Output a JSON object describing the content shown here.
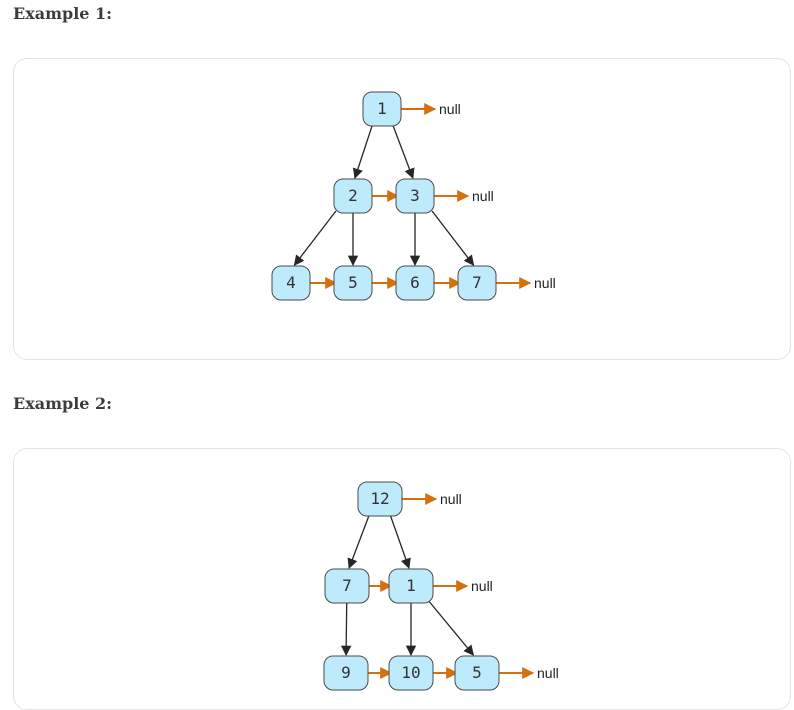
{
  "examples": [
    {
      "title": "Example 1:",
      "nodes": [
        {
          "id": "a",
          "label": "1",
          "level": 0,
          "col": 0,
          "next": "null"
        },
        {
          "id": "b",
          "label": "2",
          "level": 1,
          "col": 0,
          "next": "c"
        },
        {
          "id": "c",
          "label": "3",
          "level": 1,
          "col": 1,
          "next": "null"
        },
        {
          "id": "d",
          "label": "4",
          "level": 2,
          "col": 0,
          "next": "e"
        },
        {
          "id": "e",
          "label": "5",
          "level": 2,
          "col": 1,
          "next": "f"
        },
        {
          "id": "f",
          "label": "6",
          "level": 2,
          "col": 2,
          "next": "g"
        },
        {
          "id": "g",
          "label": "7",
          "level": 2,
          "col": 3,
          "next": "null"
        }
      ],
      "tree_edges": [
        [
          "a",
          "b"
        ],
        [
          "a",
          "c"
        ],
        [
          "b",
          "d"
        ],
        [
          "b",
          "e"
        ],
        [
          "c",
          "f"
        ],
        [
          "c",
          "g"
        ]
      ]
    },
    {
      "title": "Example 2:",
      "nodes": [
        {
          "id": "a",
          "label": "12",
          "level": 0,
          "col": 0,
          "next": "null"
        },
        {
          "id": "b",
          "label": "7",
          "level": 1,
          "col": 0,
          "next": "c"
        },
        {
          "id": "c",
          "label": "1",
          "level": 1,
          "col": 1,
          "next": "null"
        },
        {
          "id": "d",
          "label": "9",
          "level": 2,
          "col": 0,
          "next": "e"
        },
        {
          "id": "e",
          "label": "10",
          "level": 2,
          "col": 1,
          "next": "f"
        },
        {
          "id": "f",
          "label": "5",
          "level": 2,
          "col": 2,
          "next": "null"
        }
      ],
      "tree_edges": [
        [
          "a",
          "b"
        ],
        [
          "a",
          "c"
        ],
        [
          "b",
          "d"
        ],
        [
          "c",
          "e"
        ],
        [
          "c",
          "f"
        ]
      ]
    }
  ],
  "null_label": "null",
  "colors": {
    "node_fill": "#bdebfb",
    "next_pointer": "#d4700d",
    "tree_edge": "#262626"
  }
}
